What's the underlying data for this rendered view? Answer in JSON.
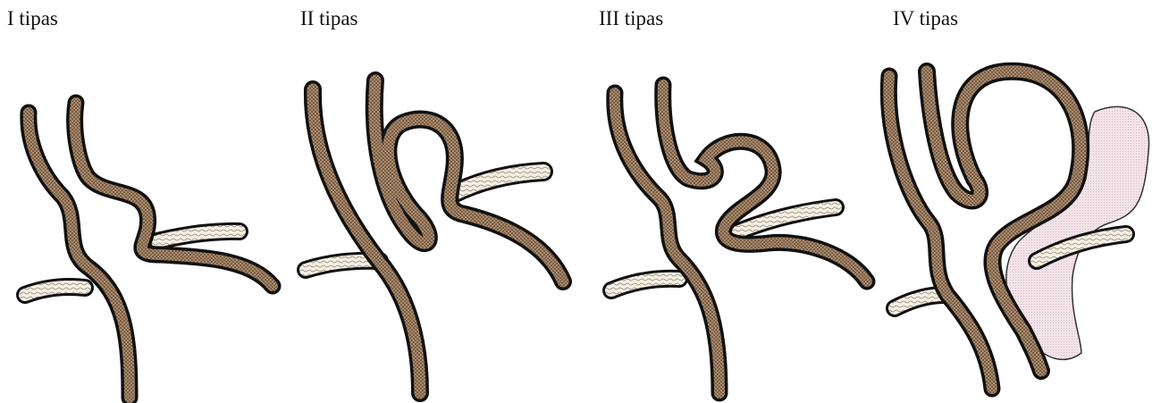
{
  "colors": {
    "tube_fill": "#a8886a",
    "tube_outline": "#111111",
    "tissue_fill": "#f3ece0",
    "mass_fill": "#f3e2e8"
  },
  "panels": [
    {
      "label": "I tipas"
    },
    {
      "label": "II tipas"
    },
    {
      "label": "III tipas"
    },
    {
      "label": "IV tipas"
    }
  ]
}
